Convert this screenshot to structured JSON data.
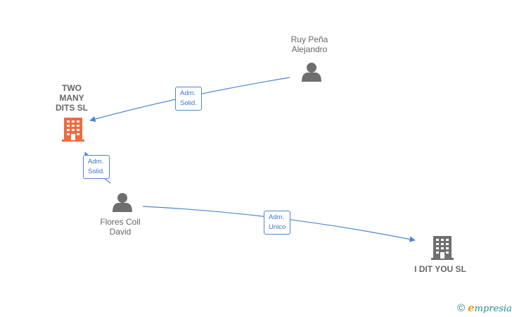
{
  "nodes": {
    "ruy": {
      "label": "Ruy Peña\nAlejandro",
      "type": "person"
    },
    "two_many_dits": {
      "label": "TWO\nMANY\nDITS  SL",
      "type": "company",
      "highlighted": true
    },
    "flores": {
      "label": "Flores Coll\nDavid",
      "type": "person"
    },
    "i_dit_you": {
      "label": "I DIT YOU  SL",
      "type": "company",
      "highlighted": false
    }
  },
  "edges": {
    "ruy_to_two": {
      "label": "Adm.\nSolid."
    },
    "flores_to_two": {
      "label": "Adm.\nSolid."
    },
    "flores_to_idit": {
      "label": "Adm.\nUnico"
    }
  },
  "colors": {
    "edge": "#4a86d6",
    "person_icon": "#6e6e6e",
    "company_highlight": "#f26a3d",
    "company_default": "#707070"
  },
  "watermark": {
    "symbol": "©",
    "brand_initial": "e",
    "brand_rest": "mpresia"
  }
}
